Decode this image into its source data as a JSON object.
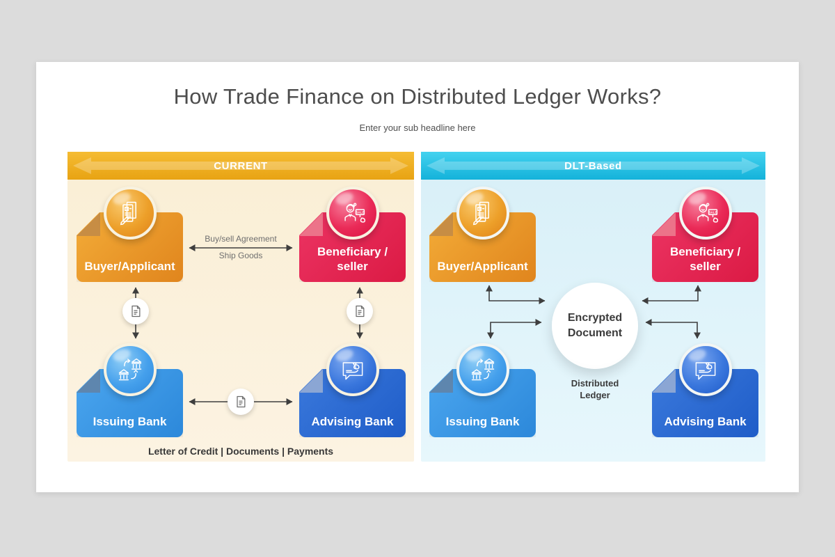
{
  "page": {
    "title": "How Trade Finance on Distributed Ledger Works?",
    "subtitle": "Enter your sub headline here"
  },
  "current_panel": {
    "header": "CURRENT",
    "buyer_label": "Buyer/Applicant",
    "beneficiary_label": "Beneficiary / seller",
    "issuing_label": "Issuing Bank",
    "advising_label": "Advising Bank",
    "agreement_label": "Buy/sell Agreement",
    "ship_label": "Ship Goods",
    "caption": "Letter of Credit | Documents | Payments"
  },
  "dlt_panel": {
    "header": "DLT-Based",
    "buyer_label": "Buyer/Applicant",
    "beneficiary_label": "Beneficiary / seller",
    "issuing_label": "Issuing Bank",
    "advising_label": "Advising Bank",
    "center_label": "Encrypted Document",
    "ledger_label": "Distributed Ledger"
  },
  "icons": {
    "buyer": "contract-document-icon",
    "beneficiary": "seller-sale-sign-icon",
    "issuing": "bank-exchange-icon",
    "advising": "payment-hand-icon",
    "connector": "document-icon",
    "sale_sign_text": "SALE",
    "currency_symbol": "$"
  },
  "colors": {
    "current_header": "#eead1c",
    "dlt_header": "#22c0e2",
    "buyer_box": "#e8921f",
    "beneficiary_box": "#e02050",
    "issuing_box": "#3b97e6",
    "advising_box": "#2a68d2",
    "left_panel_bg": "#faf0da",
    "right_panel_bg": "#dff2f9",
    "arrow": "#3e3e3e"
  }
}
